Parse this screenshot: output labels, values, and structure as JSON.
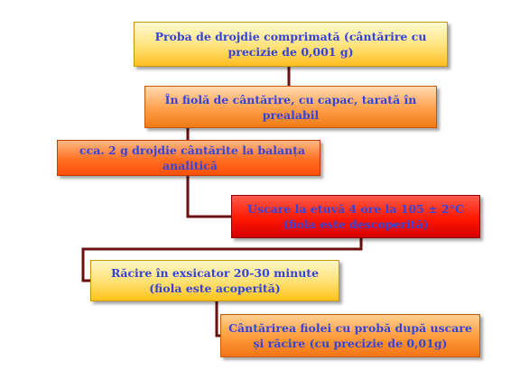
{
  "flowchart": {
    "steps": [
      {
        "line1": "Proba de drojdie comprimată (cântărire cu",
        "line2": "precizie de 0,001 g)"
      },
      {
        "line1": "În fiolă de cântărire, cu capac, tarată în",
        "line2": "prealabil"
      },
      {
        "line1": "cca. 2 g drojdie cântărite la balanța",
        "line2": "analitică"
      },
      {
        "line1": "Uscare la etuvă 4 ore la 105 ± 2°C",
        "line2": "(fiola este descoperită)"
      },
      {
        "line1": "Răcire în exsicator 20-30 minute",
        "line2": "(fiola este acoperită)"
      },
      {
        "line1": "Cântărirea fiolei cu probă după uscare",
        "line2": "și răcire (cu precizie de 0,01g)"
      }
    ]
  },
  "colors": {
    "text": "#3344dd",
    "connector": "#6b0f0f"
  }
}
